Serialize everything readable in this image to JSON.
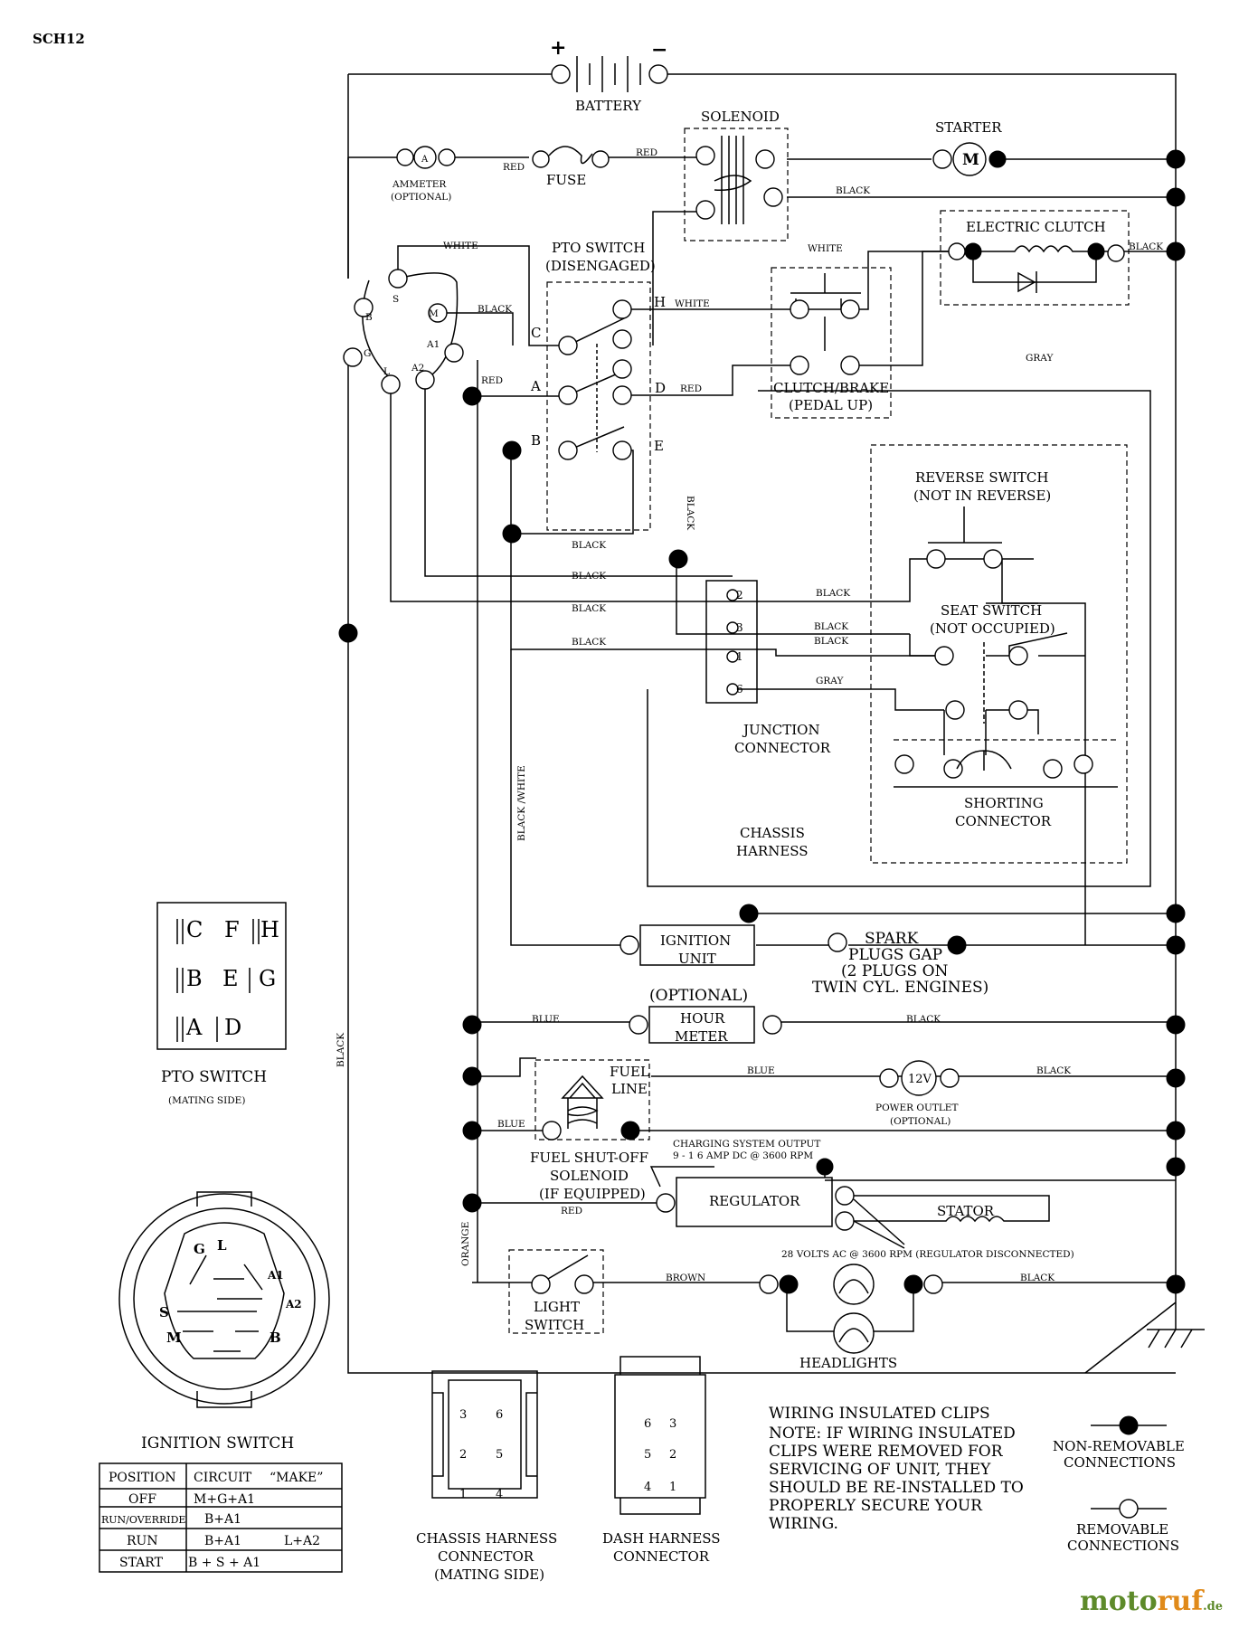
{
  "page_id": "SCH12",
  "labels": {
    "battery": "BATTERY",
    "plus": "+",
    "minus": "−",
    "solenoid": "SOLENOID",
    "starter": "STARTER",
    "motor": "M",
    "ammeter": "AMMETER",
    "optional_paren": "(OPTIONAL)",
    "ammeter_a": "A",
    "fuse": "FUSE",
    "red": "RED",
    "black": "BLACK",
    "white": "WHITE",
    "gray": "GRAY",
    "blue": "BLUE",
    "brown": "BROWN",
    "orange": "ORANGE",
    "black_white": "BLACK /WHITE",
    "electric_clutch": "ELECTRIC CLUTCH",
    "pto_switch_title": "PTO SWITCH",
    "disengaged": "(DISENGAGED)",
    "clutch_brake": "CLUTCH/BRAKE",
    "pedal_up": "(PEDAL UP)",
    "reverse_switch": "REVERSE SWITCH",
    "not_in_reverse": "(NOT IN REVERSE)",
    "seat_switch": "SEAT SWITCH",
    "not_occupied": "(NOT OCCUPIED)",
    "junction": "JUNCTION",
    "connector": "CONNECTOR",
    "shorting": "SHORTING",
    "chassis": "CHASSIS",
    "harness": "HARNESS",
    "ignition": "IGNITION",
    "unit": "UNIT",
    "spark": "SPARK",
    "plugs_gap": "PLUGS GAP",
    "two_plugs": "(2 PLUGS ON",
    "twin": "TWIN CYL. ENGINES)",
    "optional_caps": "(OPTIONAL)",
    "hour": "HOUR",
    "meter": "METER",
    "fuel": "FUEL",
    "line": "LINE",
    "v12": "12V",
    "power_outlet": "POWER OUTLET",
    "fuel_shutoff": "FUEL SHUT-OFF",
    "solenoid2": "SOLENOID",
    "if_equipped": "(IF EQUIPPED)",
    "charging": "CHARGING SYSTEM OUTPUT",
    "amp_dc": "9 - 1 6 AMP DC @ 3600 RPM",
    "regulator": "REGULATOR",
    "stator": "STATOR",
    "volts_ac": "28 VOLTS AC @ 3600 RPM (REGULATOR DISCONNECTED)",
    "light": "LIGHT",
    "switch": "SWITCH",
    "headlights": "HEADLIGHTS",
    "pto_switch_caps": "PTO SWITCH",
    "mating_side": "(MATING SIDE)",
    "ignition_switch": "IGNITION SWITCH",
    "chassis_harness": "CHASSIS HARNESS",
    "connector2": "CONNECTOR",
    "mating_side2": "(MATING SIDE)",
    "dash_harness": "DASH HARNESS",
    "connector3": "CONNECTOR",
    "wiring_clips": "WIRING INSULATED CLIPS",
    "note_lines": [
      "NOTE: IF WIRING INSULATED",
      "CLIPS WERE REMOVED FOR",
      "SERVICING OF UNIT, THEY",
      "SHOULD BE RE-INSTALLED TO",
      "PROPERLY SECURE YOUR",
      "WIRING."
    ],
    "non_removable": "NON-REMOVABLE",
    "connections": "CONNECTIONS",
    "removable": "REMOVABLE",
    "connections2": "CONNECTIONS"
  },
  "ignition_terminals": [
    "B",
    "S",
    "M",
    "A1",
    "A2",
    "L",
    "G"
  ],
  "pto_terminals": [
    "C",
    "H",
    "A",
    "D",
    "B",
    "E"
  ],
  "junction_pins": [
    "2",
    "3",
    "1",
    "6"
  ],
  "pto_mating_grid": [
    "C",
    "F",
    "H",
    "B",
    "E",
    "G",
    "A",
    "D"
  ],
  "ign_face_letters": [
    "G",
    "L",
    "A1",
    "S",
    "A2",
    "M",
    "B"
  ],
  "chassis_pins": [
    "3",
    "6",
    "2",
    "5",
    "1",
    "4"
  ],
  "dash_pins": [
    "6",
    "3",
    "5",
    "2",
    "4",
    "1"
  ],
  "ignition_table": {
    "headers": [
      "POSITION",
      "CIRCUIT",
      "“MAKE”"
    ],
    "rows": [
      [
        "OFF",
        "M+G+A1",
        ""
      ],
      [
        "RUN/OVERRIDE",
        "B+A1",
        ""
      ],
      [
        "RUN",
        "B+A1",
        "L+A2"
      ],
      [
        "START",
        "B + S + A1",
        ""
      ]
    ]
  },
  "brand": {
    "main": "moto",
    "accent": "ruf",
    "tld": ".de"
  }
}
